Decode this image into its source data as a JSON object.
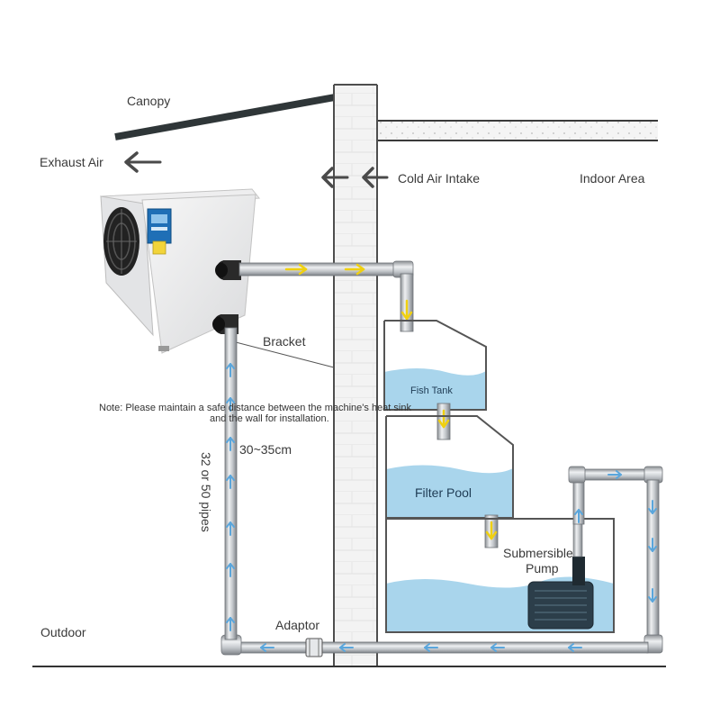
{
  "labels": {
    "canopy": "Canopy",
    "exhaust_air": "Exhaust Air",
    "cold_air_intake": "Cold Air Intake",
    "indoor_area": "Indoor Area",
    "bracket": "Bracket",
    "note_line1": "Note: Please maintain a safe distance between the machine's heat sink",
    "note_line2": "and the wall for installation.",
    "distance": "30~35cm",
    "pipes": "32 or 50 pipes",
    "fish_tank": "Fish Tank",
    "filter_pool": "Filter Pool",
    "submersible_line1": "Submersible",
    "submersible_line2": "Pump",
    "outdoor": "Outdoor",
    "adaptor": "Adaptor"
  },
  "colors": {
    "wall": "#f1f1f1",
    "wall_edge": "#5a5a5a",
    "pipe": "#c9ccd0",
    "pipe_edge": "#6f7378",
    "water": "#a9d5ec",
    "water_deep": "#8cc6e4",
    "flow_arrow_hot": "#f3d614",
    "flow_arrow_cold": "#5aa6dc",
    "tank_edge": "#555555",
    "ground": "#333333"
  }
}
